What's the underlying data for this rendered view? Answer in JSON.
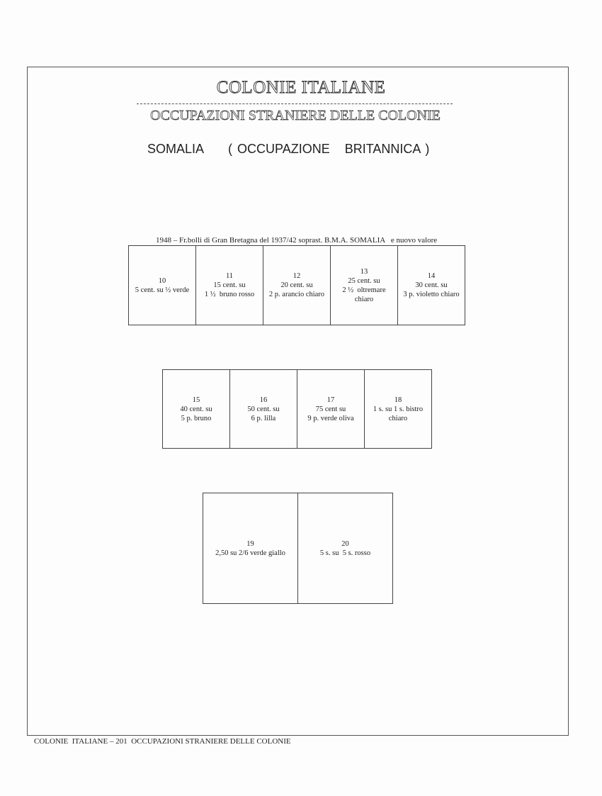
{
  "header": {
    "title": "COLONIE ITALIANE",
    "subtitle": "OCCUPAZIONI STRANIERE DELLE COLONIE",
    "country": "SOMALIA",
    "occupation": "( OCCUPAZIONE   BRITANNICA )"
  },
  "caption": "1948 – Fr.bolli di Gran Bretagna del 1937/42 soprast. B.M.A. SOMALIA   e nuovo valore",
  "rows": [
    [
      {
        "num": "10",
        "lines": [
          "5 cent. su ½ verde"
        ]
      },
      {
        "num": "11",
        "lines": [
          "15 cent. su",
          "1 ½  bruno rosso"
        ]
      },
      {
        "num": "12",
        "lines": [
          "20 cent. su",
          "2 p. arancio chiaro"
        ]
      },
      {
        "num": "13",
        "lines": [
          "25 cent. su",
          "2 ½  oltremare",
          "chiaro"
        ]
      },
      {
        "num": "14",
        "lines": [
          "30 cent. su",
          "3 p. violetto chiaro"
        ]
      }
    ],
    [
      {
        "num": "15",
        "lines": [
          "40 cent. su",
          "5 p. bruno"
        ]
      },
      {
        "num": "16",
        "lines": [
          "50 cent. su",
          "6 p. lilla"
        ]
      },
      {
        "num": "17",
        "lines": [
          "75 cent su",
          "9 p. verde oliva"
        ]
      },
      {
        "num": "18",
        "lines": [
          "1 s. su 1 s. bistro",
          "chiaro"
        ]
      }
    ],
    [
      {
        "num": "19",
        "lines": [
          "2,50 su 2/6 verde giallo"
        ]
      },
      {
        "num": "20",
        "lines": [
          "5 s. su  5 s. rosso"
        ]
      }
    ]
  ],
  "footer": "COLONIE  ITALIANE – 201  OCCUPAZIONI STRANIERE DELLE COLONIE"
}
